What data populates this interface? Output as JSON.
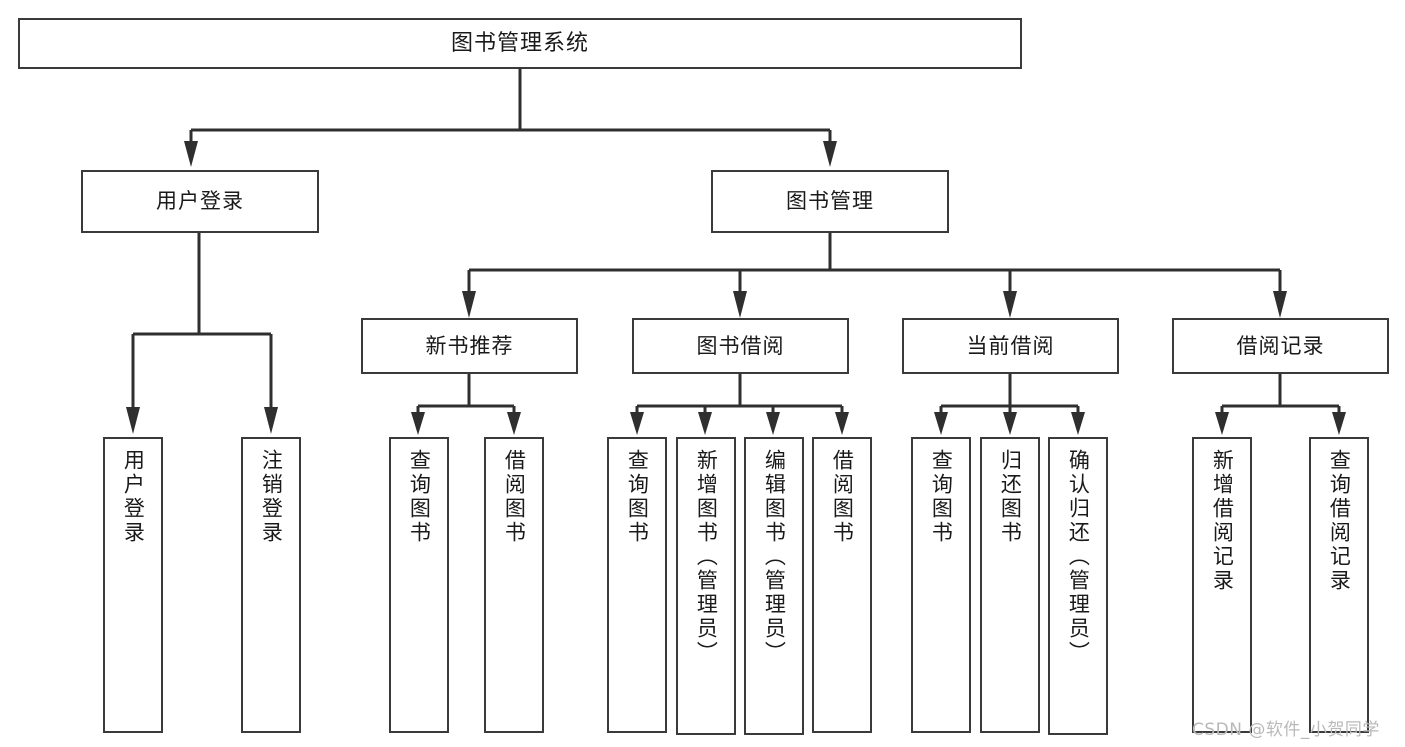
{
  "diagram": {
    "type": "tree-hierarchy",
    "title": "图书管理系统",
    "orientation": "top-down",
    "colors": {
      "box_border": "#3a3a3a",
      "box_fill": "#ffffff",
      "edge": "#2f2f2f",
      "text": "#1a1a1a",
      "watermark": "#b9b9b9",
      "background": "#ffffff"
    }
  },
  "nodes": {
    "root": {
      "label": "图书管理系统"
    },
    "level2": [
      {
        "id": "user-login",
        "label": "用户登录"
      },
      {
        "id": "book-manage",
        "label": "图书管理"
      }
    ],
    "level3": [
      {
        "id": "new-book-recommend",
        "label": "新书推荐"
      },
      {
        "id": "book-borrow",
        "label": "图书借阅"
      },
      {
        "id": "current-borrow",
        "label": "当前借阅"
      },
      {
        "id": "borrow-record",
        "label": "借阅记录"
      }
    ],
    "leaves": {
      "user_login": [
        {
          "id": "leaf-user-login",
          "label": "用户登录"
        },
        {
          "id": "leaf-logout-login",
          "label": "注销登录"
        }
      ],
      "new_book_recommend": [
        {
          "id": "leaf-query-book-1",
          "label": "查询图书"
        },
        {
          "id": "leaf-borrow-book-1",
          "label": "借阅图书"
        }
      ],
      "book_borrow": [
        {
          "id": "leaf-query-book-2",
          "label": "查询图书"
        },
        {
          "id": "leaf-add-book",
          "label": "新增图书（管理员）"
        },
        {
          "id": "leaf-edit-book",
          "label": "编辑图书（管理员）"
        },
        {
          "id": "leaf-borrow-book-2",
          "label": "借阅图书"
        }
      ],
      "current_borrow": [
        {
          "id": "leaf-query-book-3",
          "label": "查询图书"
        },
        {
          "id": "leaf-return-book",
          "label": "归还图书"
        },
        {
          "id": "leaf-confirm-return",
          "label": "确认归还（管理员）"
        }
      ],
      "borrow_record": [
        {
          "id": "leaf-add-record",
          "label": "新增借阅记录"
        },
        {
          "id": "leaf-query-record",
          "label": "查询借阅记录"
        }
      ]
    }
  },
  "watermark": {
    "text": "CSDN @软件_小贺同学"
  }
}
